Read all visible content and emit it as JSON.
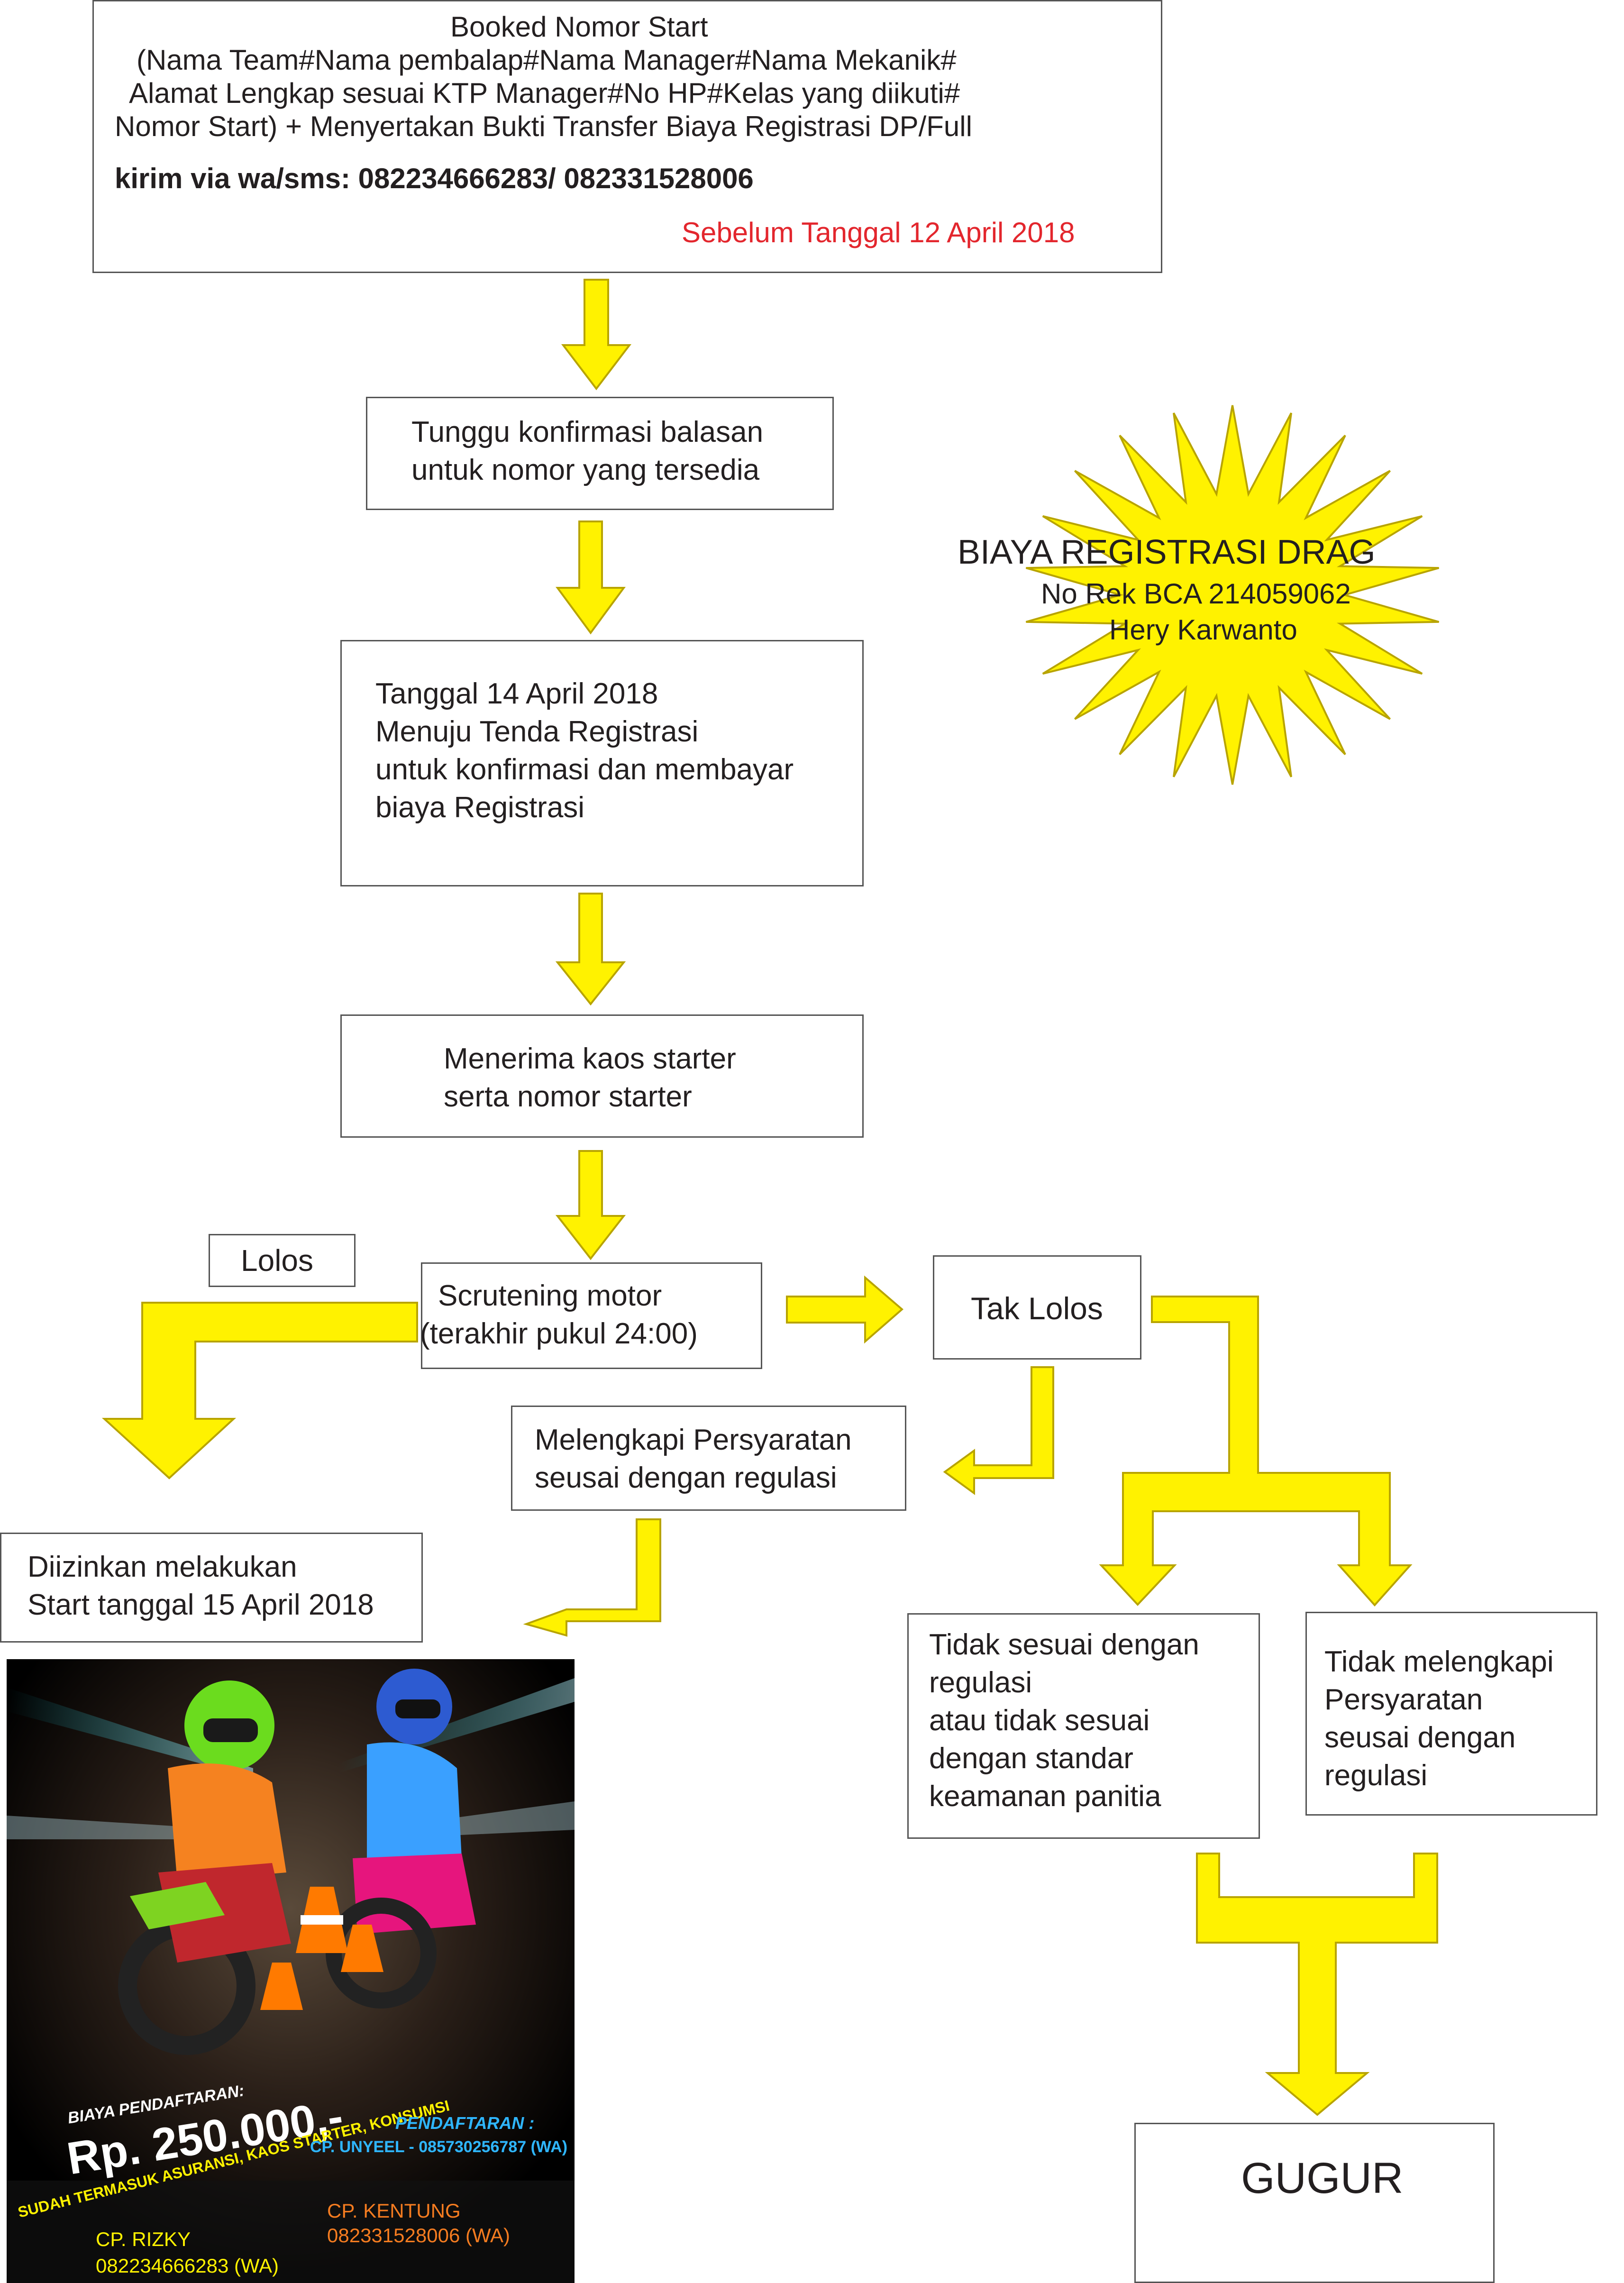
{
  "colors": {
    "arrow_fill": "#fff200",
    "arrow_stroke": "#b8a400",
    "deadline_red": "#e3262d",
    "border": "#555555"
  },
  "steps": {
    "booking": {
      "line1": "Booked Nomor Start",
      "line2": "(Nama Team#Nama pembalap#Nama Manager#Nama Mekanik#",
      "line3": "Alamat Lengkap sesuai KTP Manager#No HP#Kelas yang diikuti#",
      "line4": "Nomor Start) + Menyertakan Bukti Transfer Biaya Registrasi DP/Full",
      "contact": "kirim via wa/sms: 082234666283/ 082331528006",
      "deadline": "Sebelum Tanggal 12 April 2018"
    },
    "wait": {
      "line1": "Tunggu konfirmasi balasan",
      "line2": "untuk nomor yang tersedia"
    },
    "registration": {
      "line1": "Tanggal 14 April 2018",
      "line2": "Menuju Tenda Registrasi",
      "line3": "untuk konfirmasi dan membayar",
      "line4": "biaya Registrasi"
    },
    "kit": {
      "line1": "Menerima kaos starter",
      "line2": "serta nomor starter"
    },
    "scrutineering": {
      "line1": "Scrutening motor",
      "line2": "(terakhir pukul 24:00)"
    },
    "pass": "Lolos",
    "fail": "Tak Lolos",
    "fix": {
      "line1": "Melengkapi Persyaratan",
      "line2": "seusai dengan regulasi"
    },
    "allowed": {
      "line1": "Diizinkan melakukan",
      "line2": "Start tanggal 15 April 2018"
    },
    "not_compliant": {
      "line1": "Tidak sesuai dengan",
      "line2": "regulasi",
      "line3": "atau tidak sesuai",
      "line4": "dengan standar",
      "line5": "keamanan panitia"
    },
    "incomplete": {
      "line1": "Tidak melengkapi",
      "line2": "Persyaratan",
      "line3": "seusai dengan",
      "line4": "regulasi"
    },
    "eliminated": "GUGUR"
  },
  "starburst": {
    "title": "BIAYA REGISTRASI DRAG",
    "account": "No Rek BCA 214059062",
    "holder": "Hery Karwanto"
  },
  "poster": {
    "fee_label": "BIAYA PENDAFTARAN:",
    "fee_amount": "Rp. 250.000,-",
    "fee_note": "SUDAH TERMASUK ASURANSI, KAOS STARTER, KONSUMSI",
    "registration_label": "PENDAFTARAN :",
    "cp_unyeel": "CP. UNYEEL - 085730256787 (WA)",
    "cp_kentung_name": "CP. KENTUNG",
    "cp_kentung_phone": "082331528006 (WA)",
    "cp_rizky_name": "CP. RIZKY",
    "cp_rizky_phone": "082234666283 (WA)"
  }
}
